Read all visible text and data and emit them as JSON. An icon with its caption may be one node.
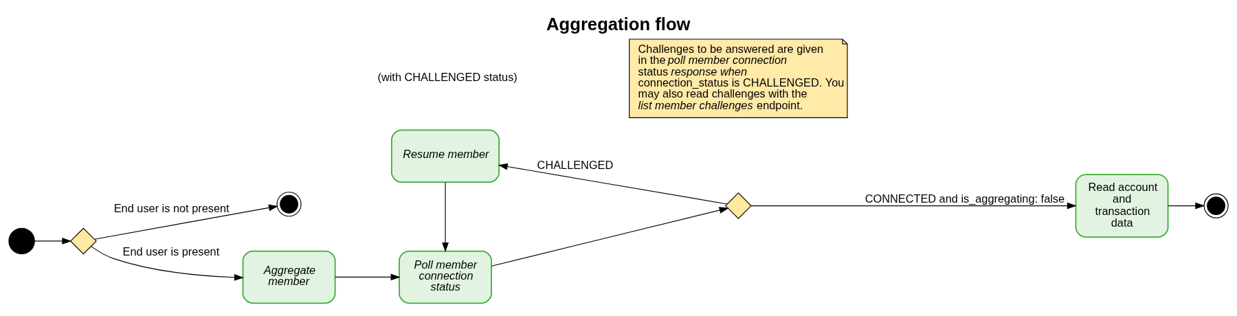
{
  "diagram": {
    "title": "Aggregation flow",
    "nodes": [
      {
        "text": [],
        "shape": "circle"
      },
      {
        "text": [],
        "shape": "diamond"
      },
      {
        "text": [],
        "shape": "circle"
      },
      {
        "text": [
          "Aggregate member"
        ]
      },
      {
        "text": [
          "Poll member connection status"
        ]
      },
      {
        "text": [
          "Resume member"
        ]
      },
      {
        "text": [],
        "shape": "diamond"
      },
      {
        "text": [
          "Read account and transaction data"
        ]
      },
      {
        "text": [],
        "shape": "circle"
      },
      {
        "text": [
          "Challenges to be answered are given in the *poll member connection status* response when connection_status is CHALLENGED. You may also read challenges with the *list member challenges* endpoint."
        ]
      }
    ],
    "edges": [
      {
        "from": 0,
        "to": 1,
        "arrow": "to"
      },
      {
        "from": 1,
        "to": 2,
        "arrow": "to",
        "label": "End user is not present"
      },
      {
        "from": 1,
        "to": 3,
        "arrow": "to",
        "label": "End user is present"
      },
      {
        "from": 3,
        "to": 4,
        "arrow": "to"
      },
      {
        "from": 4,
        "to": 6,
        "arrow": "to"
      },
      {
        "from": 6,
        "to": 5,
        "arrow": "to",
        "label": "CHALLENGED"
      },
      {
        "from": 5,
        "to": 4,
        "arrow": "to"
      },
      {
        "from": 6,
        "to": 7,
        "arrow": "to",
        "label": "CONNECTED and is_aggregating: false"
      },
      {
        "from": 7,
        "to": 8,
        "arrow": "to"
      }
    ],
    "labels": [
      "(with CHALLENGED status)"
    ]
  }
}
